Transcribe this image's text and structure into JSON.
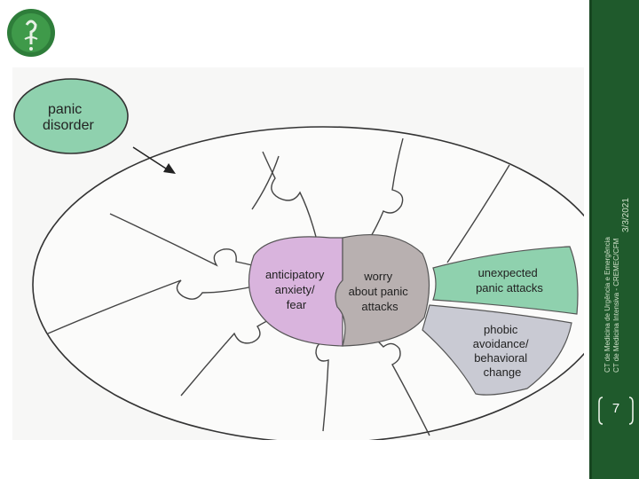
{
  "bubble": {
    "line1": "panic",
    "line2": "disorder"
  },
  "segments": {
    "anticipatory": [
      "anticipatory",
      "anxiety/",
      "fear"
    ],
    "worry": [
      "worry",
      "about panic",
      "attacks"
    ],
    "unexpected": [
      "unexpected",
      "panic attacks"
    ],
    "phobic": [
      "phobic",
      "avoidance/",
      "behavioral",
      "change"
    ]
  },
  "sidebar": {
    "date": "3/3/2021",
    "footer_line1": "CT de Medicina de Urgência e Emergência",
    "footer_line2": "CT de Medicina Intensiva - CREMEC/CFM",
    "page_number": "7"
  },
  "colors": {
    "sidebar": "#1f5a2c",
    "anticipatory": "#d9b4dd",
    "worry": "#b8b0b0",
    "unexpected": "#8fd1ae",
    "phobic": "#c9cad3"
  }
}
